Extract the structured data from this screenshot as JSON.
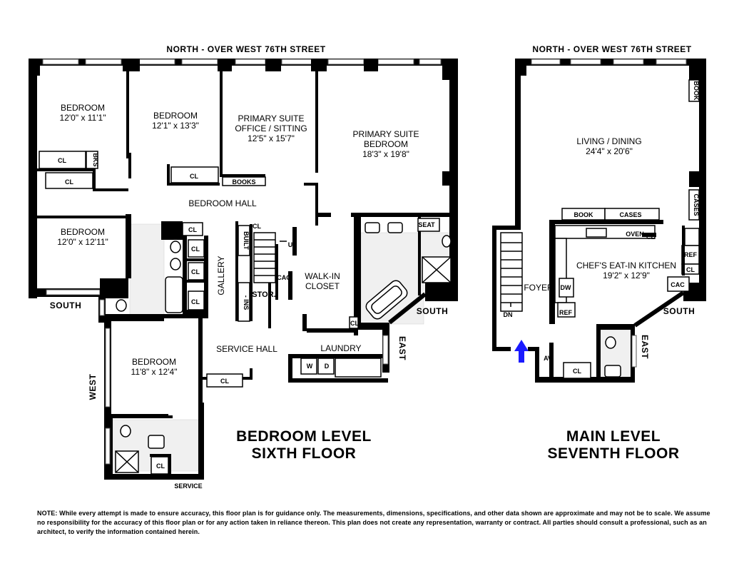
{
  "plans": {
    "sixth": {
      "orientation_north": "North - Over West 76th Street",
      "orientation_south": "South",
      "orientation_west": "West",
      "orientation_east": "East",
      "title_line1": "Bedroom Level",
      "title_line2": "Sixth Floor",
      "rooms": [
        {
          "name": "Bedroom",
          "dims": "12'0\" x 11'1\""
        },
        {
          "name": "Bedroom",
          "dims": "12'1\" x 13'3\""
        },
        {
          "name": "Primary Suite",
          "name2": "Office / Sitting",
          "dims": "12'5\" x 15'7\""
        },
        {
          "name": "Primary Suite",
          "name2": "Bedroom",
          "dims": "18'3\" x 19'8\""
        },
        {
          "name": "Bedroom",
          "dims": "12'0\" x 12'11\""
        },
        {
          "name": "Bedroom",
          "dims": "11'8\" x 12'4\""
        }
      ],
      "areas": {
        "bedroom_hall": "Bedroom Hall",
        "gallery": "Gallery",
        "walk_in": "Walk-In",
        "closet": "Closet",
        "service_hall": "Service Hall",
        "laundry": "Laundry",
        "service": "Service"
      },
      "small_labels": {
        "cl": "CL",
        "bks": "BKS",
        "books": "BOOKS",
        "built": "BUILT",
        "ins": "- INS",
        "up": "UP",
        "stor": "Stor.",
        "cac": "CAC",
        "seat": "SEAT",
        "w": "W",
        "d": "D"
      }
    },
    "seventh": {
      "orientation_north": "North - Over West 76th Street",
      "orientation_south": "South",
      "orientation_east": "East",
      "title_line1": "Main Level",
      "title_line2": "Seventh Floor",
      "rooms": [
        {
          "name": "Living / Dining",
          "dims": "24'4\" x 20'6\""
        },
        {
          "name": "Chef's Eat-In Kitchen",
          "dims": "19'2\" x 12'9\""
        }
      ],
      "areas": {
        "foyer": "Foyer"
      },
      "small_labels": {
        "book": "BOOK",
        "cases": "CASES",
        "book_v": "BOOK",
        "cases_v": "CASES",
        "oven": "OVEN",
        "cl": "CL",
        "ref": "REF",
        "dw": "DW",
        "cac": "CAC",
        "dn": "DN",
        "av": "AV"
      }
    }
  },
  "note": "NOTE: While every attempt is made to ensure accuracy, this floor plan is for guidance only. The measurements, dimensions, specifications, and other data shown are approximate and may not be to scale. We assume no responsibility for the accuracy of this floor plan or for any action taken in reliance thereon. This plan does not create any representation, warranty or contract. All parties should consult a professional, such as an architect, to verify the information contained herein.",
  "colors": {
    "wall": "#000000",
    "entry_arrow": "#1a1aff"
  }
}
